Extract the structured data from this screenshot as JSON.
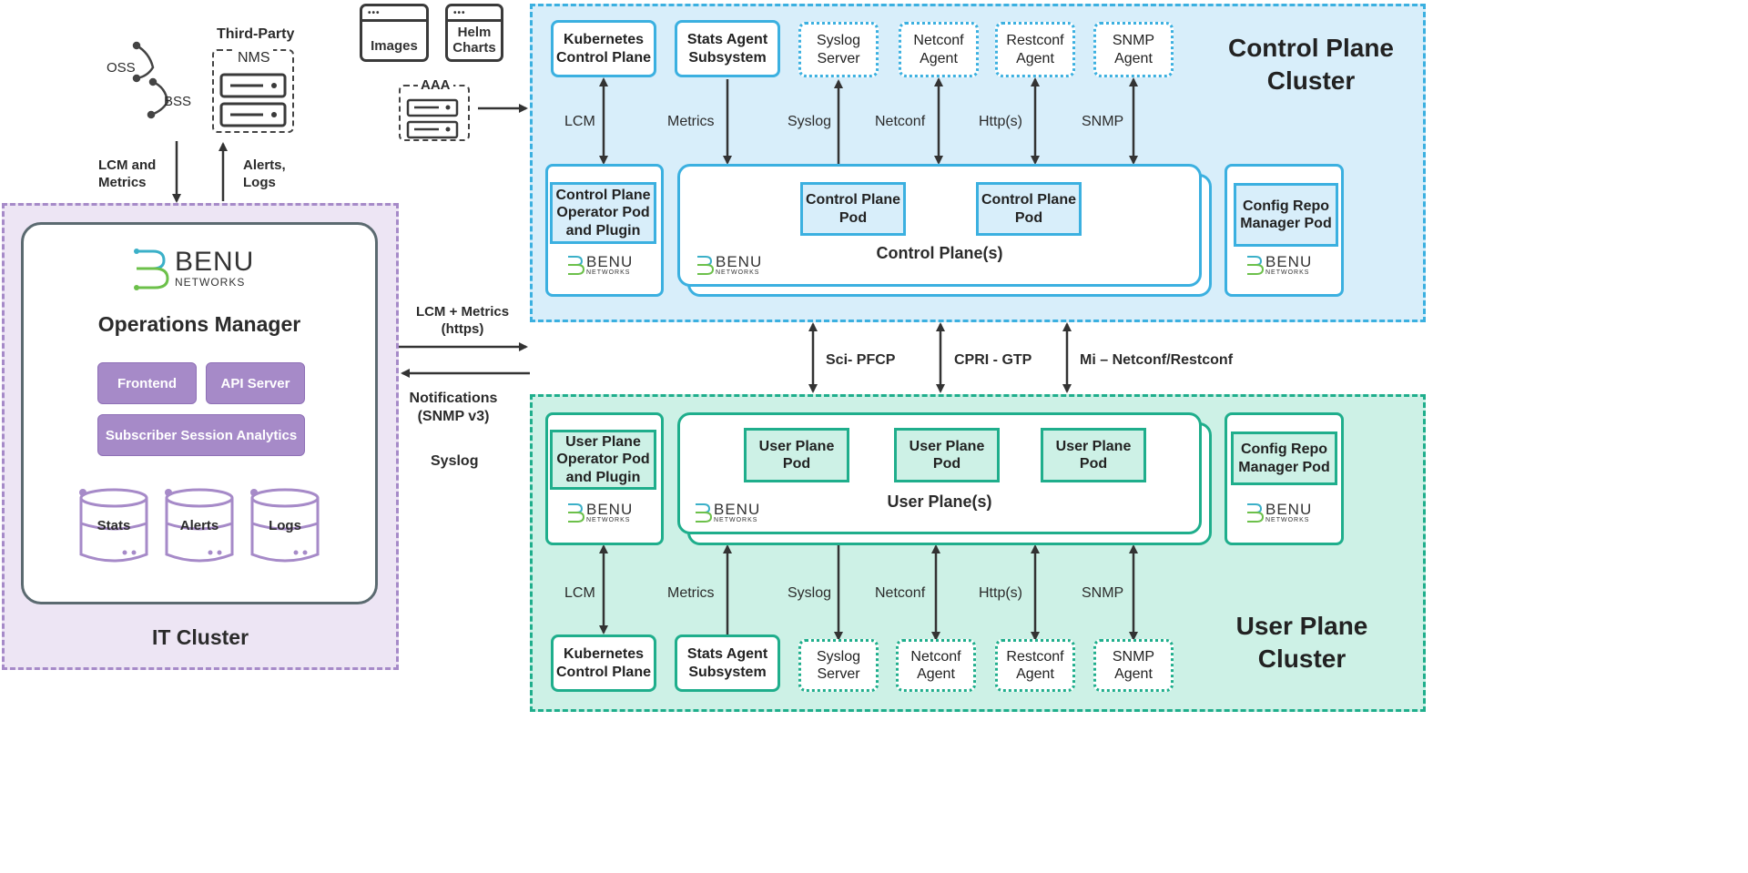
{
  "external": {
    "oss": "OSS",
    "bss": "BSS",
    "nms_title": "Third-Party",
    "nms_label": "NMS",
    "images": "Images",
    "helm": [
      "Helm",
      "Charts"
    ],
    "aaa": "AAA",
    "lcm_metrics": [
      "LCM and",
      "Metrics"
    ],
    "alerts_logs": [
      "Alerts,",
      "Logs"
    ]
  },
  "it_cluster": {
    "title": "IT Cluster",
    "logo_word": "BENU",
    "logo_sub": "NETWORKS",
    "om_title": "Operations Manager",
    "buttons": [
      "Frontend",
      "API Server",
      "Subscriber Session Analytics"
    ],
    "stores": [
      "Stats",
      "Alerts",
      "Logs"
    ]
  },
  "middle": {
    "lcm_metrics_https": [
      "LCM + Metrics",
      "(https)"
    ],
    "notifications": [
      "Notifications",
      "(SNMP v3)"
    ],
    "syslog": "Syslog",
    "inter_links": [
      "Sci- PFCP",
      "CPRI - GTP",
      "Mi – Netconf/Restconf"
    ]
  },
  "control_plane": {
    "title": [
      "Control Plane",
      "Cluster"
    ],
    "top_boxes": [
      {
        "label": [
          "Kubernetes",
          "Control Plane"
        ],
        "style": "solid"
      },
      {
        "label": [
          "Stats Agent",
          "Subsystem"
        ],
        "style": "solid"
      },
      {
        "label": [
          "Syslog",
          "Server"
        ],
        "style": "dotted"
      },
      {
        "label": [
          "Netconf",
          "Agent"
        ],
        "style": "dotted"
      },
      {
        "label": [
          "Restconf",
          "Agent"
        ],
        "style": "dotted"
      },
      {
        "label": [
          "SNMP",
          "Agent"
        ],
        "style": "dotted"
      }
    ],
    "links": [
      "LCM",
      "Metrics",
      "Syslog",
      "Netconf",
      "Http(s)",
      "SNMP"
    ],
    "operator_pod": [
      "Control Plane",
      "Operator Pod",
      "and Plugin"
    ],
    "pods": [
      [
        "Control Plane",
        "Pod"
      ],
      [
        "Control Plane",
        "Pod"
      ]
    ],
    "planes_label": "Control Plane(s)",
    "config_repo": [
      "Config Repo",
      "Manager Pod"
    ]
  },
  "user_plane": {
    "title": [
      "User Plane",
      "Cluster"
    ],
    "bottom_boxes": [
      {
        "label": [
          "Kubernetes",
          "Control Plane"
        ],
        "style": "solid"
      },
      {
        "label": [
          "Stats Agent",
          "Subsystem"
        ],
        "style": "solid"
      },
      {
        "label": [
          "Syslog",
          "Server"
        ],
        "style": "dotted"
      },
      {
        "label": [
          "Netconf",
          "Agent"
        ],
        "style": "dotted"
      },
      {
        "label": [
          "Restconf",
          "Agent"
        ],
        "style": "dotted"
      },
      {
        "label": [
          "SNMP",
          "Agent"
        ],
        "style": "dotted"
      }
    ],
    "links": [
      "LCM",
      "Metrics",
      "Syslog",
      "Netconf",
      "Http(s)",
      "SNMP"
    ],
    "operator_pod": [
      "User Plane",
      "Operator Pod",
      "and Plugin"
    ],
    "pods": [
      [
        "User Plane",
        "Pod"
      ],
      [
        "User Plane",
        "Pod"
      ],
      [
        "User Plane",
        "Pod"
      ]
    ],
    "planes_label": "User Plane(s)",
    "config_repo": [
      "Config Repo",
      "Manager Pod"
    ]
  },
  "colors": {
    "cp_fill": "#d8eefa",
    "cp_border": "#3bb0e0",
    "up_fill": "#cdf1e6",
    "up_border": "#1fae8c",
    "it_fill": "#ede5f4",
    "it_border": "#a68ac8",
    "purple": "#a68ac8"
  },
  "icons": [
    "oss-bss-gear-icon",
    "nms-server-icon",
    "window-icon",
    "aaa-server-icon",
    "database-icon",
    "benu-logo-icon",
    "arrow-icon"
  ]
}
